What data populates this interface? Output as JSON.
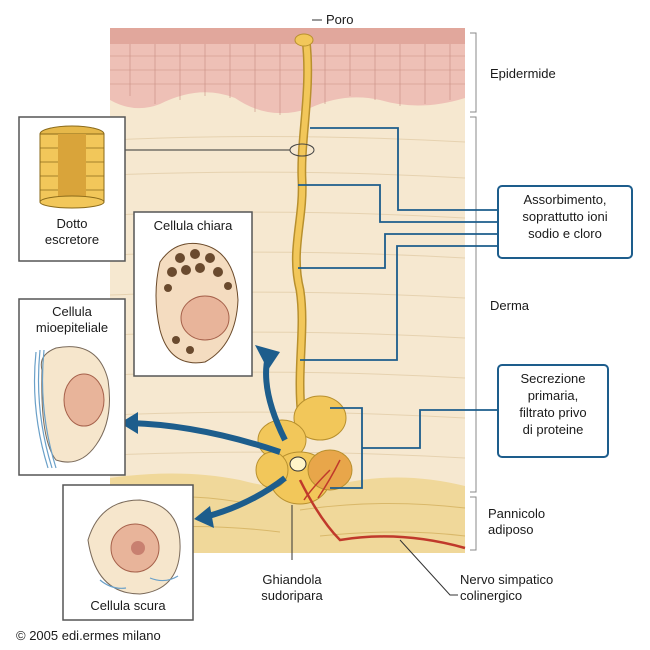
{
  "labels": {
    "poro": "Poro",
    "epidermide": "Epidermide",
    "derma": "Derma",
    "pannicolo": [
      "Pannicolo",
      "adiposo"
    ],
    "nervo": [
      "Nervo simpatico",
      "colinergico"
    ],
    "ghiandola": [
      "Ghiandola",
      "sudoripara"
    ],
    "copyright": "© 2005 edi.ermes milano"
  },
  "callouts": {
    "assorbimento": [
      "Assorbimento,",
      "soprattutto ioni",
      "sodio e cloro"
    ],
    "secrezione": [
      "Secrezione",
      "primaria,",
      "filtrato privo",
      "di proteine"
    ]
  },
  "insets": {
    "dotto": [
      "Dotto",
      "escretore"
    ],
    "chiara": "Cellula chiara",
    "mioepiteliale": [
      "Cellula",
      "mioepiteliale"
    ],
    "scura": "Cellula scura"
  },
  "colors": {
    "epidermis": "#eec0b6",
    "dermis": "#f6e8d0",
    "fat": "#f0d89a",
    "gland": "#f2c75a",
    "arrow": "#1d5d8c",
    "nerve": "#c0392b"
  }
}
